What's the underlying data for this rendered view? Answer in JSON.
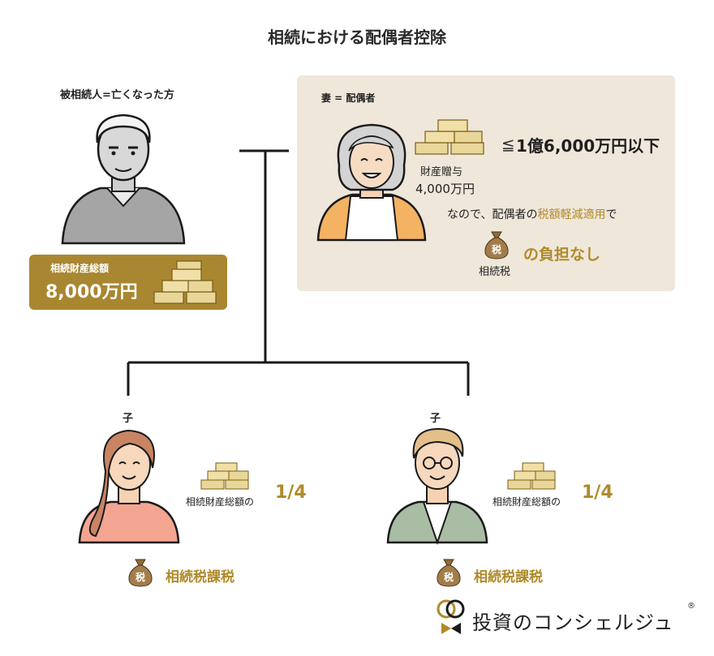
{
  "title": "相続における配偶者控除",
  "deceased": {
    "label": "被相続人=亡くなった方",
    "estate_caption": "相続財産総額",
    "estate_amount": "8,000万円"
  },
  "spouse": {
    "label": "妻 = 配偶者",
    "gift_label": "財産贈与",
    "gift_amount": "4,000万円",
    "comparison_symbol": "≦",
    "limit": "1億6,000万円以下",
    "explain_pre": "なので、配偶者の",
    "explain_highlight": "税額軽減適用",
    "explain_post": "で",
    "tax_bag_char": "税",
    "tax_label": "相続税",
    "no_burden": "の負担なし"
  },
  "children": [
    {
      "label": "子",
      "share_label": "相続財産総額の",
      "fraction": "1/4",
      "tax_bag_char": "税",
      "tax_status": "相続税課税"
    },
    {
      "label": "子",
      "share_label": "相続財産総額の",
      "fraction": "1/4",
      "tax_bag_char": "税",
      "tax_status": "相続税課税"
    }
  ],
  "brand": {
    "name": "投資のコンシェルジュ",
    "registered": "®"
  },
  "colors": {
    "gold": "#a98630",
    "gold_text": "#b08a2a",
    "spouse_bg": "#efe7da",
    "line": "#1a1a1a"
  }
}
